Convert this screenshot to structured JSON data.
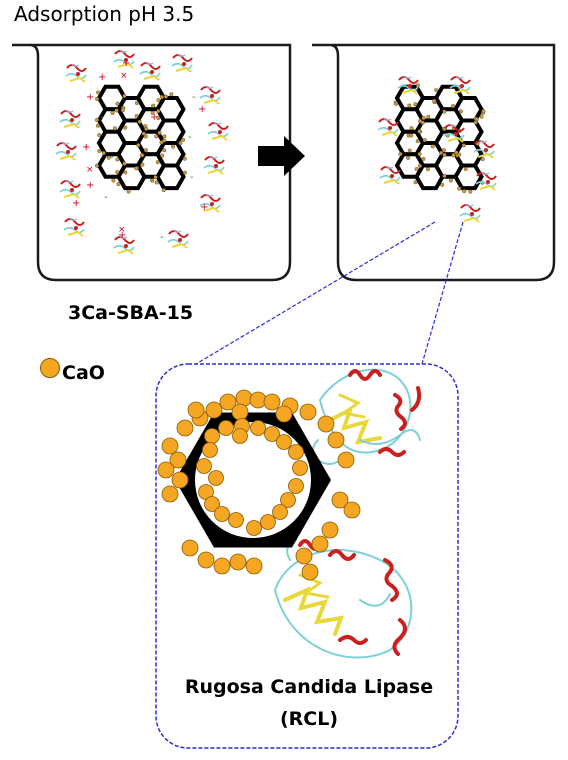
{
  "title": "Adsorption pH 3.5",
  "material_label": "3Ca-SBA-15",
  "legend": {
    "label": "CaO",
    "icon": "orange-circle-icon",
    "color": "#f5a623"
  },
  "enzyme_name": "Rugosa Candida Lipase",
  "enzyme_abbrev": "(RCL)",
  "colors": {
    "pore_wall": "#000000",
    "cao": "#f5a623",
    "positive_charge": "#d0021b",
    "negative_charge": "#2e8b2e",
    "zoom_lines": "#2b2bd6",
    "helix": "#cc1f1f",
    "sheet": "#e8d83a",
    "coil": "#7fd0d8"
  }
}
